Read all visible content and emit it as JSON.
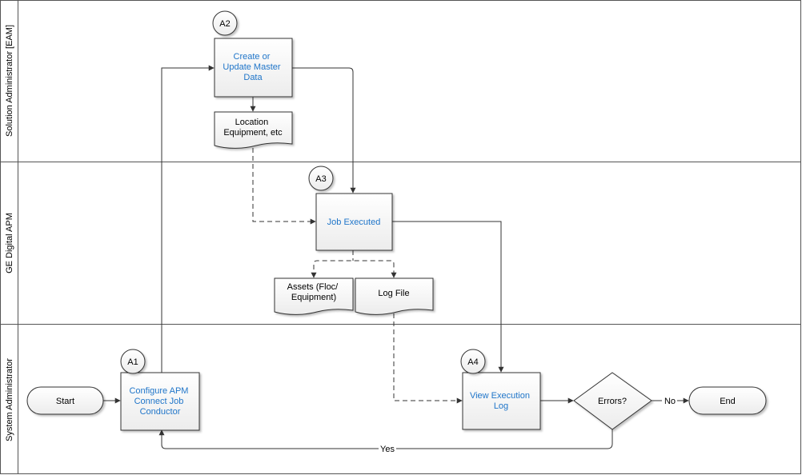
{
  "lanes": [
    {
      "label": "Solution Administrator [EAM]"
    },
    {
      "label": "GE Digital APM"
    },
    {
      "label": "System Administrator"
    }
  ],
  "steps": {
    "a1": {
      "id": "A1",
      "lines": [
        "Configure APM",
        "Connect Job",
        "Conductor"
      ]
    },
    "a2": {
      "id": "A2",
      "lines": [
        "Create or",
        "Update Master",
        "Data"
      ]
    },
    "a3": {
      "id": "A3",
      "lines": [
        "Job Executed"
      ]
    },
    "a4": {
      "id": "A4",
      "lines": [
        "View Execution",
        "Log"
      ]
    }
  },
  "documents": {
    "location": {
      "lines": [
        "Location",
        "Equipment, etc"
      ]
    },
    "assets": {
      "lines": [
        "Assets (Floc/",
        "Equipment)"
      ]
    },
    "logfile": {
      "lines": [
        "Log File"
      ]
    }
  },
  "terminals": {
    "start": "Start",
    "end": "End"
  },
  "decision": {
    "label": "Errors?"
  },
  "edges": {
    "no": "No",
    "yes": "Yes"
  },
  "colors": {
    "link": "#1f75c9",
    "border": "#333333",
    "box_fill": "#f2f2f2",
    "line": "#333333"
  }
}
